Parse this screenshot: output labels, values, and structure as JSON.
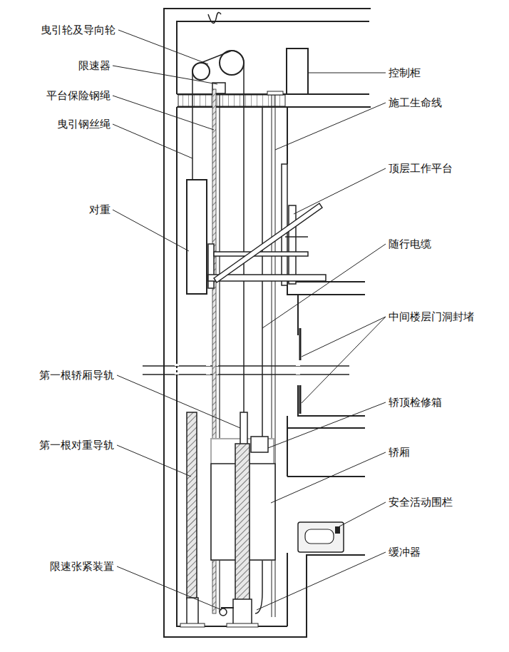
{
  "diagram": {
    "labels": [
      "曳引轮及导向轮",
      "控制柜",
      "限速器",
      "平台保险钢绳",
      "施工生命线",
      "曳引钢丝绳",
      "顶层工作平台",
      "对重",
      "随行电缆",
      "中间楼层门洞封堵",
      "第一根轿厢导轨",
      "轿顶检修箱",
      "第一根对重导轨",
      "轿厢",
      "安全活动围栏",
      "限速张紧装置",
      "缓冲器"
    ]
  }
}
